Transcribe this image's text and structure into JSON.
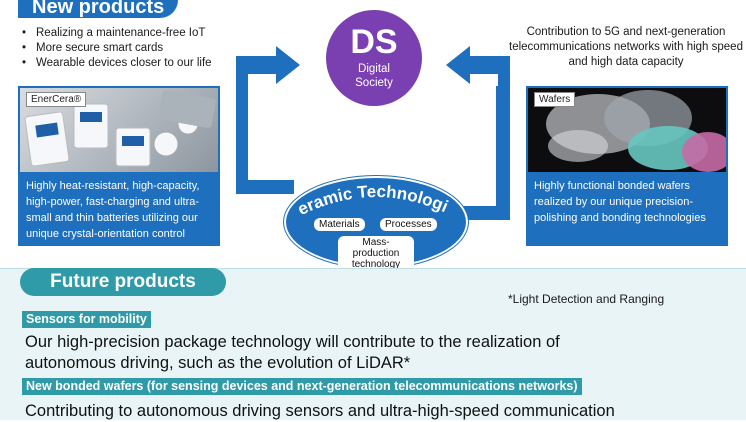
{
  "header": {
    "new_products": "New products"
  },
  "left": {
    "bullets": [
      "Realizing a maintenance-free IoT",
      "More secure smart cards",
      "Wearable devices closer to our life"
    ],
    "tag": "EnerCera®",
    "description": "Highly heat-resistant, high-capacity, high-power, fast-charging and ultra-small and thin batteries utilizing our unique crystal-orientation control"
  },
  "center": {
    "ds_title": "DS",
    "ds_sub1": "Digital",
    "ds_sub2": "Society",
    "ceramic_title": "Ceramic Technologies",
    "chips": {
      "materials": "Materials",
      "processes": "Processes",
      "mass": "Mass-production technology"
    }
  },
  "right": {
    "contribution": "Contribution to 5G and next-generation telecommunications networks with high speed and high data capacity",
    "tag": "Wafers",
    "description": "Highly functional bonded wafers realized by our unique precision-polishing and bonding technologies"
  },
  "future": {
    "title": "Future products",
    "footnote": "*Light Detection and Ranging",
    "item1_label": "Sensors for mobility",
    "item1_text": "Our high-precision package technology will contribute to the realization of autonomous driving, such as the evolution of LiDAR*",
    "item2_label": "New bonded wafers (for sensing devices and next-generation telecommunications networks)",
    "item2_text": "Contributing to autonomous driving sensors and ultra-high-speed communication"
  },
  "colors": {
    "blue": "#1f6fbf",
    "purple": "#7a3fb0",
    "teal": "#2f9aa8"
  }
}
